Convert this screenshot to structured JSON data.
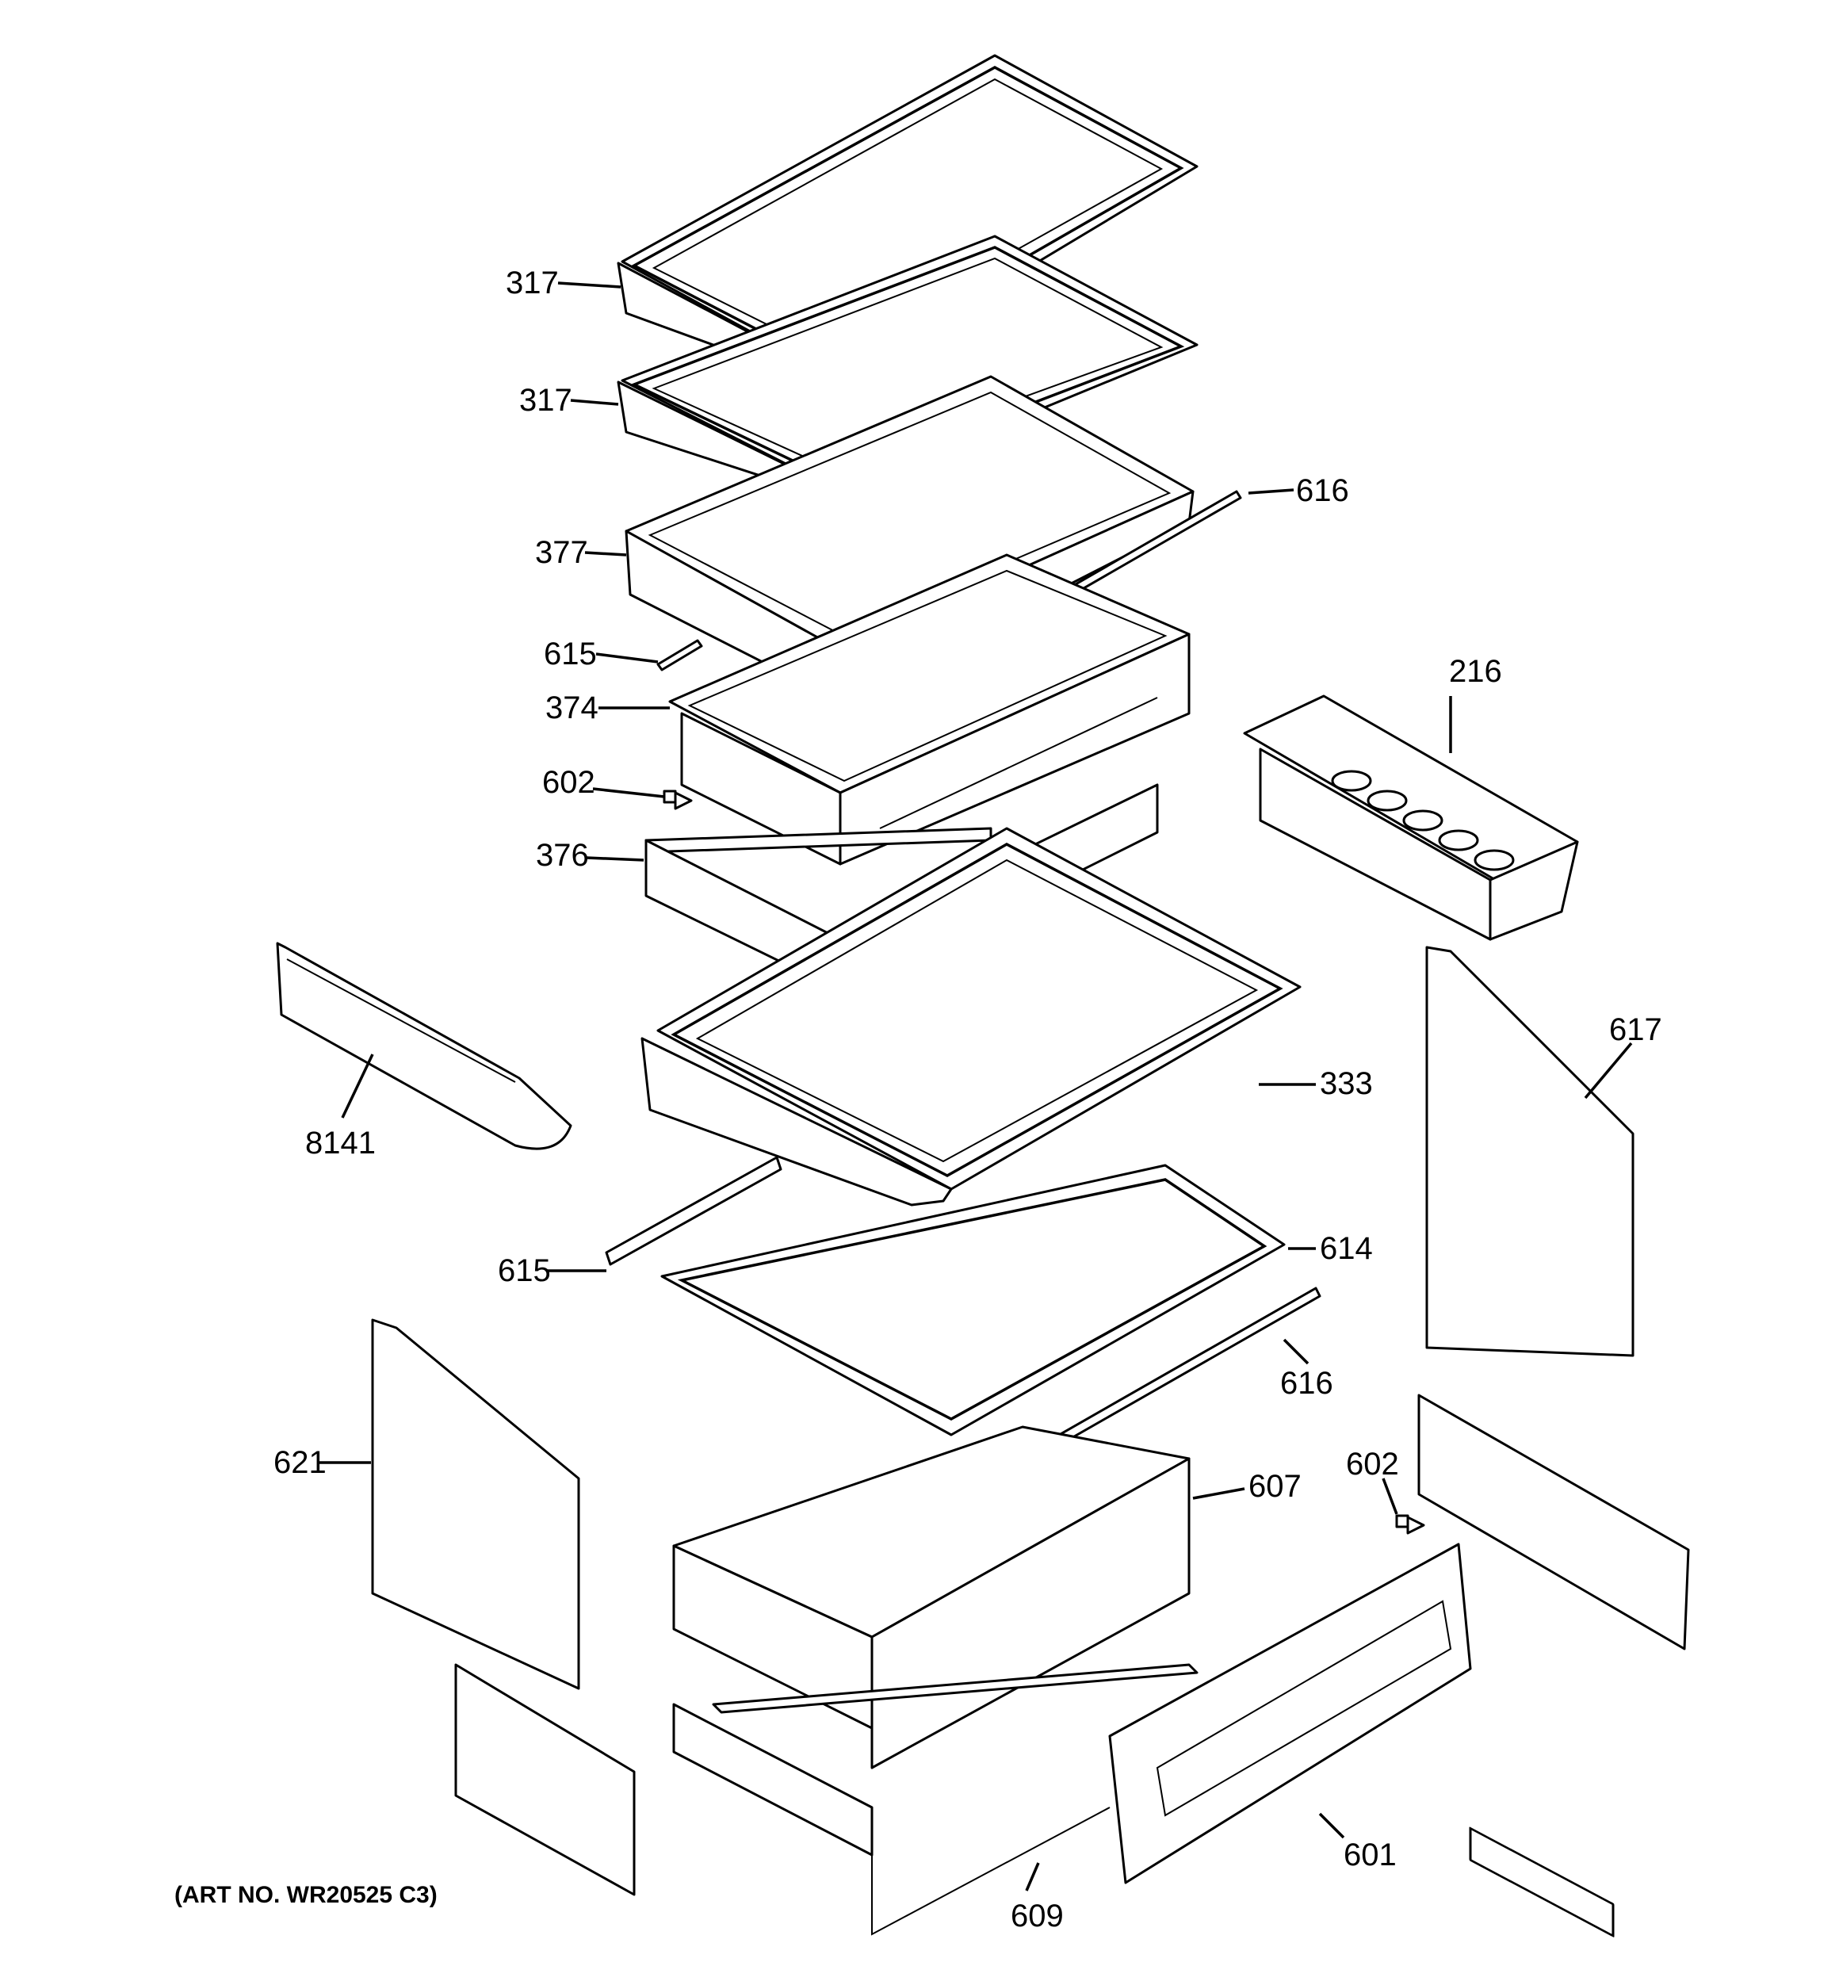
{
  "callouts": {
    "c317a": "317",
    "c317b": "317",
    "c616a": "616",
    "c377": "377",
    "c615a": "615",
    "c374": "374",
    "c216": "216",
    "c602a": "602",
    "c376": "376",
    "c617": "617",
    "c333": "333",
    "c8141": "8141",
    "c614": "614",
    "c615b": "615",
    "c616b": "616",
    "c621": "621",
    "c602b": "602",
    "c607": "607",
    "c601": "601",
    "c609": "609"
  },
  "art_number": "(ART NO. WR20525 C3)"
}
